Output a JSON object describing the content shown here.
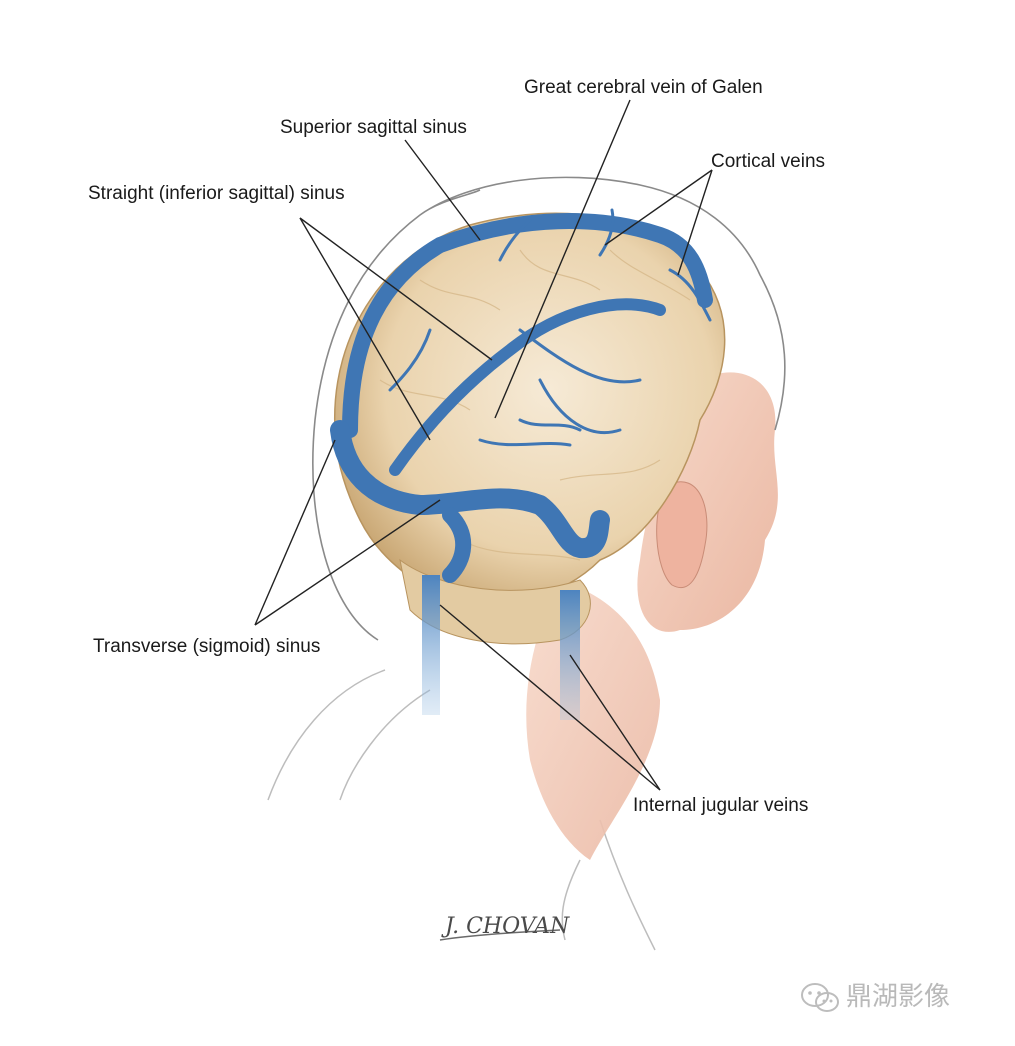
{
  "labels": {
    "great_cerebral_vein": "Great cerebral vein of Galen",
    "superior_sagittal": "Superior sagittal sinus",
    "cortical_veins": "Cortical veins",
    "straight_sinus": "Straight (inferior sagittal) sinus",
    "transverse_sinus": "Transverse (sigmoid) sinus",
    "internal_jugular": "Internal jugular veins"
  },
  "signature": "J. CHOVAN",
  "watermark": "鼎湖影像",
  "colors": {
    "vein": "#3f76b4",
    "brain": "#e9d2ae",
    "skin": "#f2c6b4",
    "leader": "#222222"
  }
}
